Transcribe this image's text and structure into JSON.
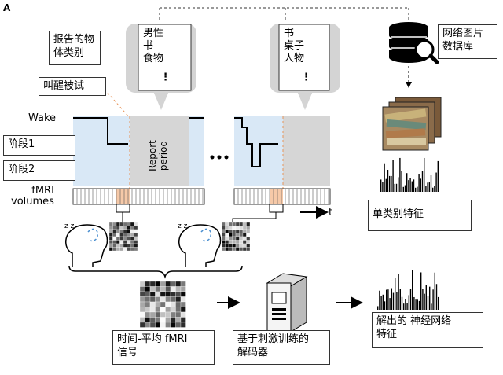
{
  "panel_label": "A",
  "labels": {
    "report_category": "报告的物\n体类别",
    "wake_subject": "叫醒被试",
    "stage1": "阶段1",
    "stage2": "阶段2",
    "wake": "Wake",
    "fmri_volumes": "fMRI\nvolumes",
    "report_period": "Report\nperiod",
    "ellipsis": "• • •",
    "time_axis": "t",
    "web_image_db": "网络图片\n数据库",
    "single_category_features": "单类别特征",
    "time_avg_fmri": "时间-平均 fMRI\n信号",
    "decoder": "基于刺激训练的\n解码器",
    "decoded_features": "解出的 神经网络\n特征"
  },
  "bubbles": {
    "first": [
      "男性",
      "书",
      "食物"
    ],
    "second": [
      "书",
      "桌子",
      "人物"
    ],
    "more": "⋮"
  },
  "colors": {
    "sleep_fill": "#d9e8f6",
    "report_fill": "#d6d6d6",
    "highlight_volume": "#f6c9a8",
    "bubble": "#d4d4d4",
    "dashed_marker": "#e8955a",
    "eeg_line": "#4a8fd0"
  }
}
